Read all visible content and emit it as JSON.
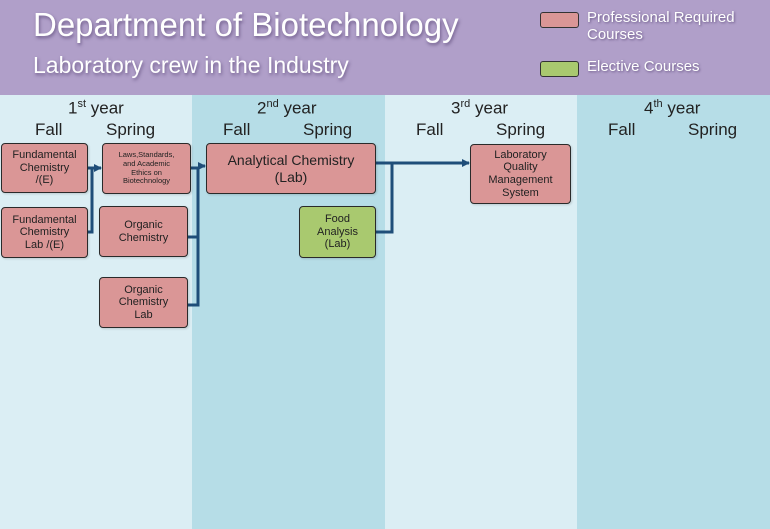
{
  "header": {
    "title": "Department of Biotechnology",
    "subtitle": "Laboratory crew in the Industry"
  },
  "legend": [
    {
      "label": "Professional Required Courses",
      "color": "#da9696"
    },
    {
      "label": "Elective Courses",
      "color": "#a9c96f"
    }
  ],
  "colors": {
    "header_bg": "#b09fc9",
    "column_light": "#dbeef4",
    "column_dark": "#b6dde7",
    "required": "#da9696",
    "elective": "#a9c96f",
    "connector": "#1f4e79"
  },
  "years": [
    {
      "num": "1",
      "suffix": "st",
      "word": "year",
      "fall": "Fall",
      "spring": "Spring"
    },
    {
      "num": "2",
      "suffix": "nd",
      "word": "year",
      "fall": "Fall",
      "spring": "Spring"
    },
    {
      "num": "3",
      "suffix": "rd",
      "word": "year",
      "fall": "Fall",
      "spring": "Spring"
    },
    {
      "num": "4",
      "suffix": "th",
      "word": "year",
      "fall": "Fall",
      "spring": "Spring"
    }
  ],
  "courses": [
    {
      "id": "fundamental-chemistry",
      "label": "Fundamental Chemistry /(E)",
      "type": "required",
      "year": 1,
      "semester": "Fall"
    },
    {
      "id": "fundamental-chemistry-lab",
      "label": "Fundamental Chemistry Lab /(E)",
      "type": "required",
      "year": 1,
      "semester": "Fall"
    },
    {
      "id": "laws-standards-ethics",
      "label": "Laws,Standards, and Academic Ethics on Biotechnology",
      "type": "required",
      "year": 1,
      "semester": "Spring"
    },
    {
      "id": "organic-chemistry",
      "label": "Organic Chemistry",
      "type": "required",
      "year": 1,
      "semester": "Spring"
    },
    {
      "id": "organic-chemistry-lab",
      "label": "Organic Chemistry Lab",
      "type": "required",
      "year": 1,
      "semester": "Spring"
    },
    {
      "id": "analytical-chemistry-lab",
      "label": "Analytical Chemistry (Lab)",
      "type": "required",
      "year": 2,
      "semester": "Fall-Spring"
    },
    {
      "id": "food-analysis-lab",
      "label": "Food Analysis (Lab)",
      "type": "elective",
      "year": 2,
      "semester": "Spring"
    },
    {
      "id": "laboratory-qms",
      "label": "Laboratory Quality Management System",
      "type": "required",
      "year": 3,
      "semester": "Spring"
    }
  ],
  "course_lines": {
    "fundamental_chemistry": [
      "Fundamental",
      "Chemistry",
      "/(E)"
    ],
    "fundamental_chemistry_lab": [
      "Fundamental",
      "Chemistry",
      "Lab /(E)"
    ],
    "laws": [
      "Laws,Standards,",
      "and Academic",
      "Ethics on",
      "Biotechnology"
    ],
    "organic_chemistry": [
      "Organic",
      "Chemistry"
    ],
    "organic_chemistry_lab": [
      "Organic",
      "Chemistry",
      "Lab"
    ],
    "analytical_chemistry": [
      "Analytical Chemistry",
      "(Lab)"
    ],
    "food_analysis": [
      "Food",
      "Analysis",
      "(Lab)"
    ],
    "lab_qms": [
      "Laboratory",
      "Quality",
      "Management",
      "System"
    ]
  },
  "connections": [
    {
      "from": [
        "fundamental-chemistry",
        "fundamental-chemistry-lab"
      ],
      "to": "laws-standards-ethics"
    },
    {
      "from": [
        "laws-standards-ethics",
        "organic-chemistry",
        "organic-chemistry-lab"
      ],
      "to": "analytical-chemistry-lab"
    },
    {
      "from": [
        "analytical-chemistry-lab",
        "food-analysis-lab"
      ],
      "to": "laboratory-qms"
    }
  ]
}
